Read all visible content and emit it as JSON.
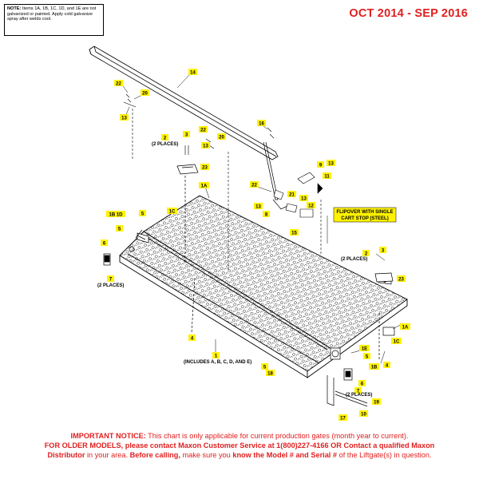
{
  "note": {
    "heading": "NOTE:",
    "text": "Items 1A, 1B, 1C, 1D, and 1E are not galvanized or painted. Apply cold galvanize spray after welds cool."
  },
  "date_range": "OCT 2014 - SEP 2016",
  "diagram": {
    "callouts": {
      "c14": "14",
      "c22a": "22",
      "c20a": "20",
      "c13a": "13",
      "c16": "16",
      "c2a": "2",
      "c3a": "3",
      "c22b": "22",
      "c20b": "20",
      "c13b": "13",
      "c23a": "23",
      "c9": "9",
      "c13c": "13",
      "c11": "11",
      "c1A": "1A",
      "c22c": "22",
      "c21": "21",
      "c13d": "13",
      "c13e": "13",
      "c8a": "8",
      "c12": "12",
      "c15": "15",
      "c1B1D": "1B  1D",
      "c5a": "5",
      "c1C": "1C",
      "c5b": "5",
      "c6a": "6",
      "c7a": "7",
      "c2b": "2",
      "c3b": "3",
      "c23b": "23",
      "c4a": "4",
      "c1": "1",
      "c1Ab": "1A",
      "c1Cb": "1C",
      "c1E": "1E",
      "c5c": "5",
      "c1Bb": "1B",
      "c4b": "4",
      "c5d": "5",
      "c18": "18",
      "c6b": "6",
      "c7b": "7",
      "c19": "19",
      "c10": "10",
      "c17": "17"
    },
    "labels": {
      "two_places_a": "(2 PLACES)",
      "two_places_b": "(2 PLACES)",
      "two_places_c": "(2 PLACES)",
      "two_places_d": "(2 PLACES)",
      "includes": "(INCLUDES A, B, C, D, AND E)",
      "flipover_line1": "FLIPOVER WITH SINGLE",
      "flipover_line2": "CART STOP (STEEL)"
    }
  },
  "notice": {
    "line1_bold": "IMPORTANT NOTICE:",
    "line1_rest": "This chart is only applicable for current production gates (month year to current).",
    "line2": "FOR OLDER MODELS, please contact Maxon Customer Service at 1(800)227-4166 OR Contact a qualified Maxon",
    "line3_a": "Distributor",
    "line3_b": "in your area.",
    "line3_c": "Before calling,",
    "line3_d": "make sure you",
    "line3_e": "know the Model # and Serial #",
    "line3_f": "of the Liftgate(s) in question."
  },
  "colors": {
    "accent": "#e02020",
    "callout_fill": "#fff200",
    "line": "#000000"
  }
}
